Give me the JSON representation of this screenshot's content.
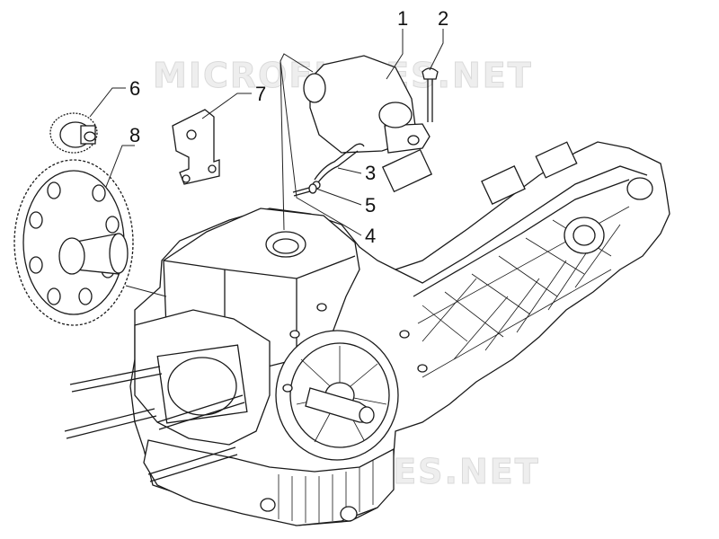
{
  "watermark": {
    "top": "MICROFICHES.NET",
    "bottom": "MICROFICHES.NET"
  },
  "callouts": [
    "1",
    "2",
    "3",
    "4",
    "5",
    "6",
    "7",
    "8"
  ]
}
